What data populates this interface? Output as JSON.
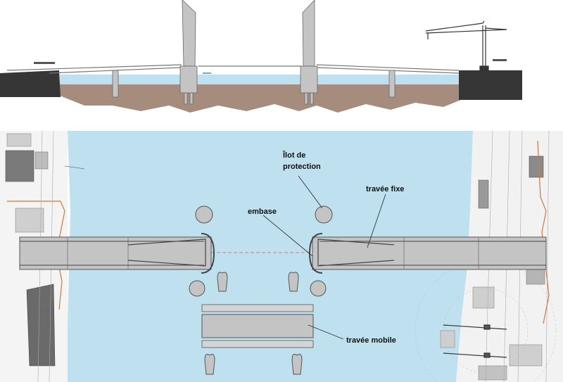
{
  "labels": {
    "ilot_line1": "Îlot de",
    "ilot_line2": "protection",
    "travee_fixe": "travée fixe",
    "embase": "embase",
    "travee_mobile": "travée mobile"
  },
  "colors": {
    "water": "#bfe0ef",
    "ground": "#a58c7c",
    "bank": "#363636",
    "structure": "#c4c4c4",
    "outline": "#555555",
    "axis": "#d06060",
    "boundary": "#d0783c"
  }
}
